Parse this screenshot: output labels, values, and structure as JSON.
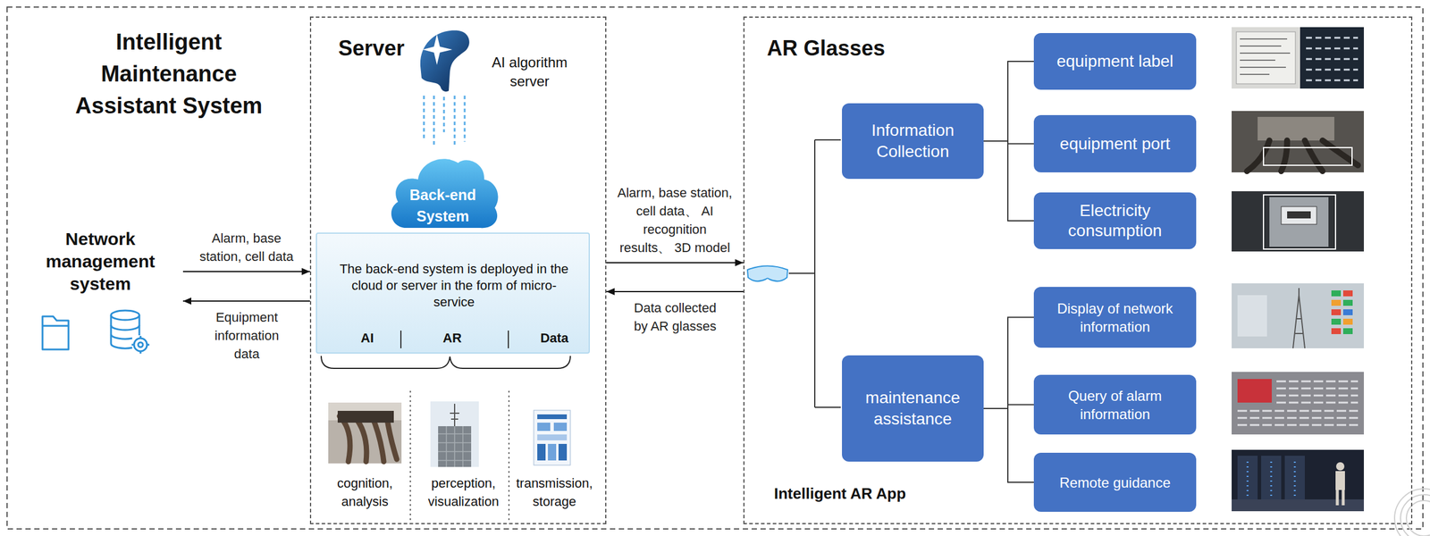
{
  "diagram": {
    "title": "Intelligent Maintenance Assistant System",
    "nodes": [
      {
        "text": [
          "Network management system"
        ]
      },
      {
        "text": [
          "Server"
        ]
      },
      {
        "text": [
          "AI algorithm server"
        ],
        "in": 1
      },
      {
        "text": [
          "Back-end System"
        ],
        "in": 1
      },
      {
        "text": [
          "The back-end system is deployed in the cloud or server in the form of micro-service",
          "AI",
          "AR",
          "Data"
        ],
        "in": 1
      },
      {
        "text": [
          "AR Glasses",
          "Intelligent AR App"
        ]
      },
      {
        "text": [
          "Information Collection"
        ],
        "in": 5
      },
      {
        "text": [
          "equipment label"
        ],
        "in": 5
      },
      {
        "text": [
          "equipment port"
        ],
        "in": 5
      },
      {
        "text": [
          "Electricity consumption"
        ],
        "in": 5
      },
      {
        "text": [
          "maintenance assistance"
        ],
        "in": 5
      },
      {
        "text": [
          "Display of network information"
        ],
        "in": 5
      },
      {
        "text": [
          "Query of alarm information"
        ],
        "in": 5
      },
      {
        "text": [
          "Remote guidance"
        ],
        "in": 5
      }
    ],
    "edges": [
      {
        "from": 0,
        "to": 1,
        "arrow": "to",
        "label": "Alarm, base station, cell data"
      },
      {
        "from": 1,
        "to": 0,
        "arrow": "to",
        "label": "Equipment information data"
      },
      {
        "from": 1,
        "to": 5,
        "arrow": "to",
        "label": "Alarm, base station, cell data、 AI recognition results、 3D model"
      },
      {
        "from": 5,
        "to": 1,
        "arrow": "to",
        "label": "Data collected by AR glasses"
      },
      {
        "from": 2,
        "to": 3,
        "arrow": "none"
      },
      {
        "from": 6,
        "to": 7,
        "arrow": "none"
      },
      {
        "from": 6,
        "to": 8,
        "arrow": "none"
      },
      {
        "from": 6,
        "to": 9,
        "arrow": "none"
      },
      {
        "from": 10,
        "to": 11,
        "arrow": "none"
      },
      {
        "from": 10,
        "to": 12,
        "arrow": "none"
      },
      {
        "from": 10,
        "to": 13,
        "arrow": "none"
      }
    ],
    "labels": [
      "cognition, analysis",
      "perception, visualization",
      "transmission, storage"
    ]
  }
}
